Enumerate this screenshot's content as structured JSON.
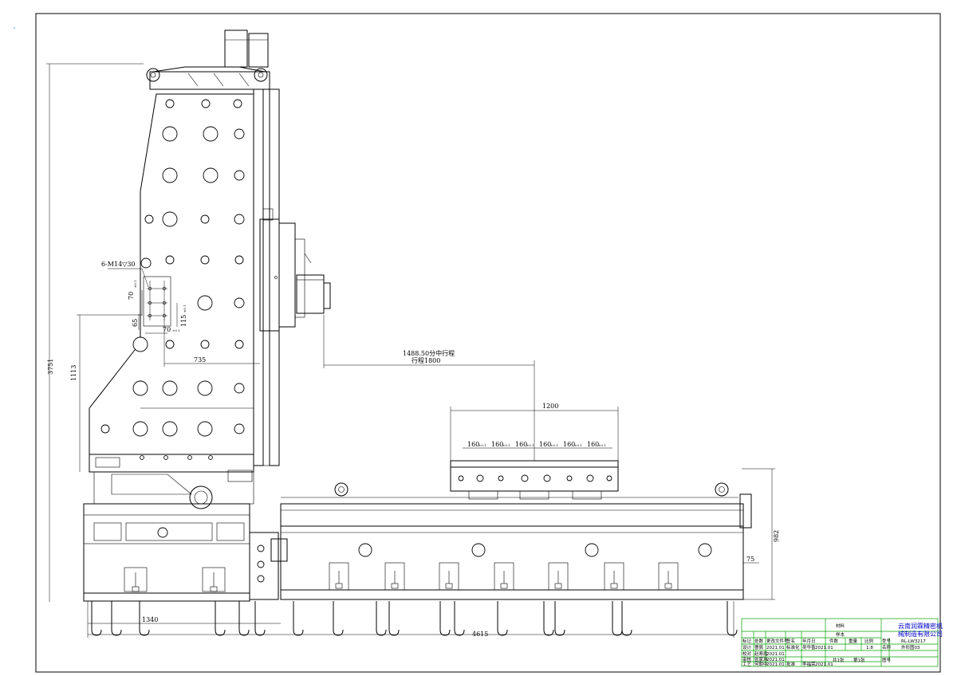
{
  "dimensions": {
    "overall_height": "3751",
    "column_lower": "1113",
    "thread_spec": "6-M14▽30",
    "hole_v1": "70",
    "hole_v1_tol": "±0.1",
    "hole_v2": "65",
    "hole_h": "70",
    "hole_h_tol": "±0.1",
    "hole_v3": "115",
    "hole_v3_tol": "±0.1",
    "column_to_spindle": "735",
    "travel_mid": "1488.50分中行程",
    "travel": "行程1800",
    "table_width": "1200",
    "t_slot_pitch": "160",
    "t_slot_tol": "±0.1",
    "side_height": "982",
    "side_offset": "75",
    "base_left": "1340",
    "total_length": "4615"
  },
  "title_block": {
    "company_line1": "云南润霖精密机",
    "company_line2": "械制造有限公司",
    "material_label": "材料",
    "sample_label": "样本",
    "piece_label": "件数",
    "weight_label": "重量",
    "scale_label": "比例",
    "scale_value": "1:8",
    "model_label": "型号",
    "model_value": "RL-LW3217",
    "name_label": "名称",
    "name_value": "外形图03",
    "drawing_no_label": "图号",
    "sheets": "共1张",
    "sheet_no": "第1张",
    "hdr_mark": "标记",
    "hdr_count": "处数",
    "hdr_doc": "更改文件号",
    "hdr_sign": "签名",
    "hdr_date": "年月日",
    "row_design": "设计",
    "design_name": "曹佩",
    "design_date": "2021.01",
    "std_label": "标准化",
    "std_name": "吴华香",
    "std_date": "2021.01",
    "row_check": "校对",
    "check_name": "赵寿霞",
    "check_date": "2021.01",
    "row_review": "审核",
    "review_name": "张家玮",
    "review_date": "2021.01",
    "row_process": "工艺",
    "process_name": "何朝中",
    "process_date": "2021.01",
    "approve_label": "批准",
    "approve_name": "李福荣",
    "approve_date": "2021.01"
  }
}
